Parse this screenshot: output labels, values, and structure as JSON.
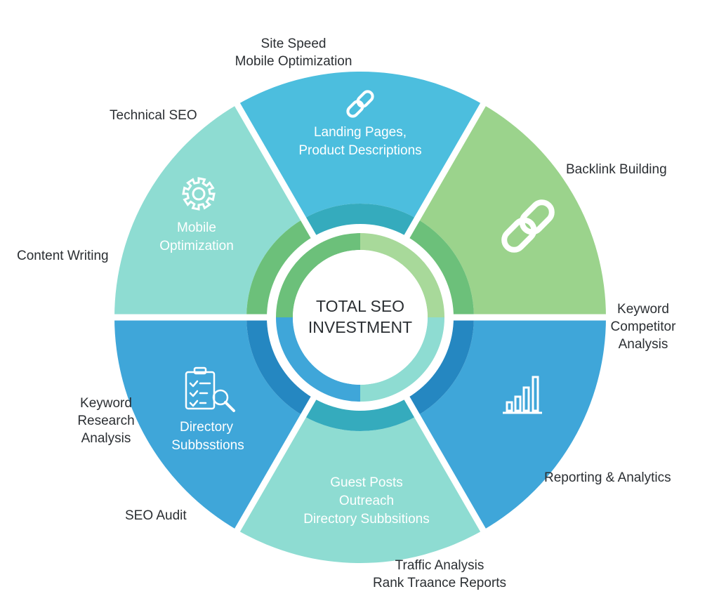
{
  "center": {
    "line1": "TOTAL SEO",
    "line2": "INVESTMENT"
  },
  "colors": {
    "seg_top": "#4cbede",
    "seg_top_right": "#9bd38c",
    "seg_bottom_right": "#3fa6d9",
    "seg_bottom": "#8edcd2",
    "seg_bottom_left": "#3fa6d9",
    "seg_top_left": "#8edcd2",
    "ring_teal": "#35abbd",
    "ring_green": "#6cc07a",
    "ring_blue": "#2587c1",
    "core_green": "#6cc07a",
    "core_lightgreen": "#a8d99a",
    "core_blue": "#3fa6d9",
    "core_teal": "#8edcd2"
  },
  "segments": {
    "top": {
      "icon": "link-icon",
      "lines": [
        "Landing Pages,",
        "Product Descriptions"
      ]
    },
    "top_left": {
      "icon": "gear-icon",
      "lines": [
        "Mobile",
        "Optimization"
      ]
    },
    "top_right": {
      "icon": "chain-link-icon"
    },
    "bottom_left": {
      "icon": "checklist-search-icon",
      "lines": [
        "Directory",
        "Subbsstions"
      ]
    },
    "bottom": {
      "lines": [
        "Guest Posts",
        "Outreach",
        "Directory Subbsitions"
      ]
    },
    "bottom_right": {
      "icon": "bar-chart-icon"
    }
  },
  "outer_labels": {
    "site_speed": [
      "Site Speed",
      "Mobile Optimization"
    ],
    "technical_seo": "Technical SEO",
    "content_writing": "Content Writing",
    "backlink_building": "Backlink Building",
    "keyword_competitor": [
      "Keyword",
      "Competitor",
      "Analysis"
    ],
    "keyword_research": [
      "Keyword",
      "Research",
      "Analysis"
    ],
    "seo_audit": "SEO Audit",
    "reporting": "Reporting & Analytics",
    "traffic": [
      "Traffic Analysis",
      "Rank Traance Reports"
    ]
  }
}
